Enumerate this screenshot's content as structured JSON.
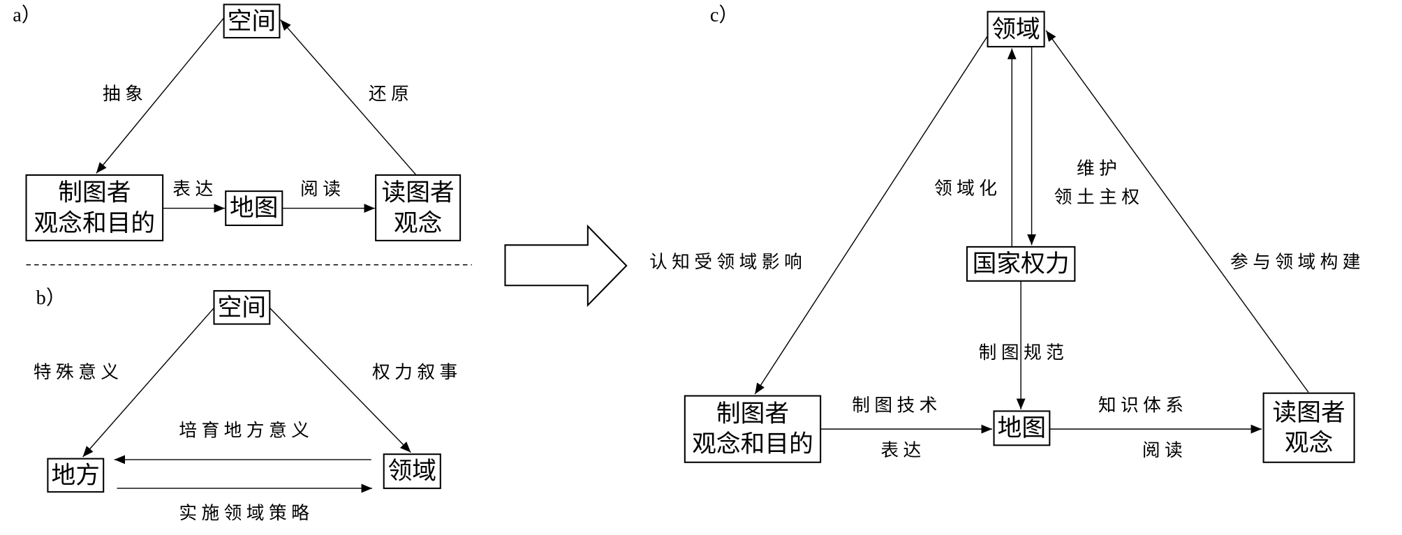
{
  "panel_a": {
    "label": "a）",
    "nodes": {
      "space": "空间",
      "mapmaker_line1": "制图者",
      "mapmaker_line2": "观念和目的",
      "map": "地图",
      "reader_line1": "读图者",
      "reader_line2": "观念"
    },
    "edges": {
      "abstract": "抽象",
      "restore": "还原",
      "express": "表达",
      "read": "阅读"
    }
  },
  "panel_b": {
    "label": "b）",
    "nodes": {
      "space": "空间",
      "place": "地方",
      "territory": "领域"
    },
    "edges": {
      "special_meaning": "特殊意义",
      "power_narrative": "权力叙事",
      "cultivate_place_meaning": "培育地方意义",
      "implement_territory_strategy": "实施领域策略"
    }
  },
  "panel_c": {
    "label": "c）",
    "nodes": {
      "territory": "领域",
      "state_power": "国家权力",
      "mapmaker_line1": "制图者",
      "mapmaker_line2": "观念和目的",
      "map": "地图",
      "reader_line1": "读图者",
      "reader_line2": "观念"
    },
    "edges": {
      "cognition_influenced": "认知受领域影响",
      "participate_construction": "参与领域构建",
      "territorialization": "领域化",
      "maintain_line1": "维护",
      "maintain_line2": "领土主权",
      "mapping_norms": "制图规范",
      "mapping_technology": "制图技术",
      "express": "表达",
      "knowledge_system": "知识体系",
      "read": "阅读"
    }
  }
}
